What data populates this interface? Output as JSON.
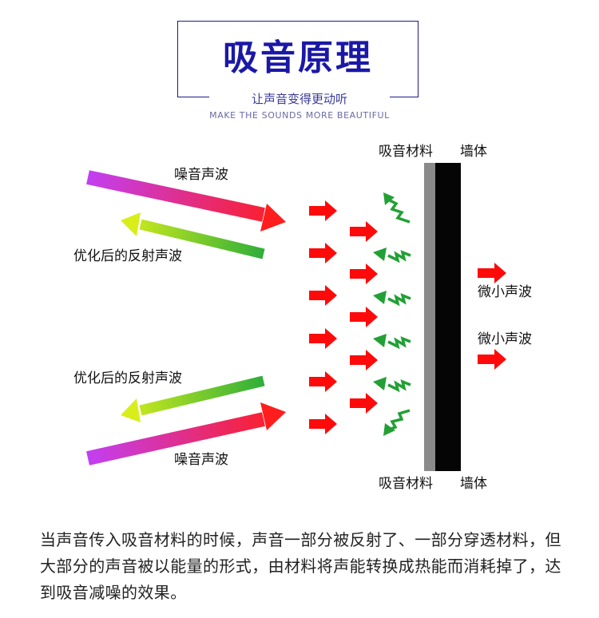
{
  "header": {
    "title": "吸音原理",
    "subtitle": "让声音变得更动听",
    "tagline": "MAKE THE SOUNDS MORE BEAUTIFUL"
  },
  "labels": {
    "absorb_material": "吸音材料",
    "wall": "墙体",
    "noise_wave": "噪音声波",
    "reflected_wave": "优化后的反射声波",
    "small_wave": "微小声波"
  },
  "description": "当声音传入吸音材料的时候，声音一部分被反射了、一部分穿透材料，但大部分的声音被以能量的形式，由材料将声能转换成热能而消耗掉了，达到吸音减噪的效果。",
  "colors": {
    "title": "#1b18a6",
    "incoming_start": "#c23ff2",
    "incoming_end": "#ff1d1d",
    "reflected_start": "#d8ee1a",
    "reflected_end": "#2fae3a",
    "red_arrow": "#ff0a0a",
    "green_zigzag": "#22a035",
    "absorb_layer": "#8a8a8a",
    "wall": "#050505"
  },
  "icons": [
    "red-arrow-icon",
    "green-zigzag-icon"
  ]
}
